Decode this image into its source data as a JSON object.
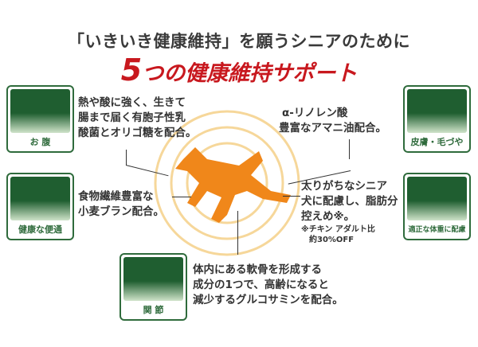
{
  "title": {
    "line1": "「いきいき健康維持」を願うシニアのために",
    "number": "5",
    "line2": "つの健康維持サポート"
  },
  "features": [
    {
      "label": "お 腹",
      "icon": "intestine-icon",
      "text": [
        "熱や酸に強く、生きて",
        "腸まで届く有胞子性乳",
        "酸菌とオリゴ糖を配合。"
      ]
    },
    {
      "label": "健康な便通",
      "icon": "colon-icon",
      "text": [
        "食物繊維豊富な",
        "小麦ブラン配合。"
      ]
    },
    {
      "label": "関 節",
      "icon": "joint-icon",
      "text": [
        "体内にある軟骨を形成する",
        "成分の1つで、高齢になると",
        "減少するグルコサミンを配合。"
      ]
    },
    {
      "label": "皮膚・毛づや",
      "icon": "shiny-dog-icon",
      "text": [
        "α-リノレン酸",
        "豊富なアマニ油配合。"
      ]
    },
    {
      "label": "適正な体重に配慮",
      "icon": "dog-weight-icon",
      "text": [
        "太りがちなシニア",
        "犬に配慮し、脂肪分",
        "控えめ※。"
      ],
      "note": [
        "※チキン アダルト比",
        "約30%OFF"
      ]
    }
  ],
  "colors": {
    "green": "#2f6b3c",
    "red": "#c8181e",
    "orange": "#f0871a"
  }
}
